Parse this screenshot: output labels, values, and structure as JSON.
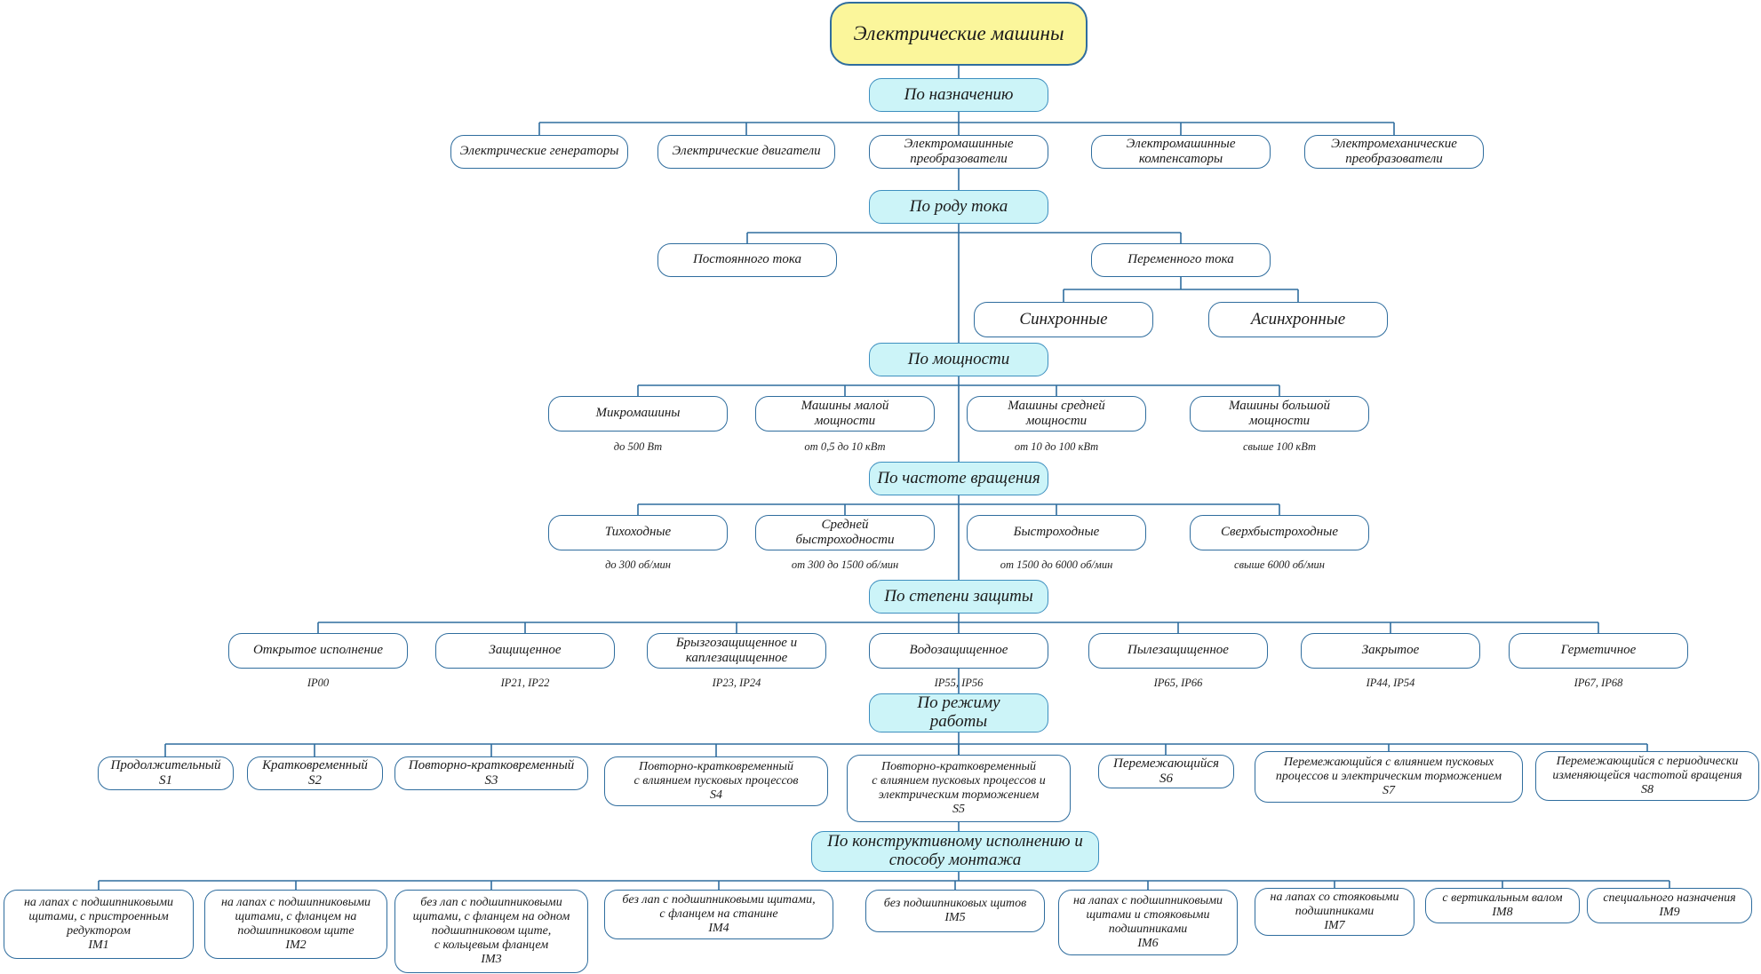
{
  "root": {
    "label": "Электрические машины"
  },
  "purpose": {
    "label": "По назначению",
    "items": [
      "Электрические генераторы",
      "Электрические двигатели",
      "Электромашинные\nпреобразователи",
      "Электромашинные\nкомпенсаторы",
      "Электромеханические\nпреобразователи"
    ]
  },
  "current": {
    "label": "По роду тока",
    "items": [
      "Постоянного тока",
      "Переменного тока"
    ],
    "ac_types": [
      "Синхронные",
      "Асинхронные"
    ]
  },
  "power": {
    "label": "По мощности",
    "items": [
      "Микромашины",
      "Машины малой\nмощности",
      "Машины средней\nмощности",
      "Машины большой\nмощности"
    ],
    "notes": [
      "до 500 Вт",
      "от 0,5 до 10 кВт",
      "от 10 до 100 кВт",
      "свыше 100 кВт"
    ]
  },
  "speed": {
    "label": "По частоте вращения",
    "items": [
      "Тихоходные",
      "Средней\nбыстроходности",
      "Быстроходные",
      "Сверхбыстроходные"
    ],
    "notes": [
      "до 300 об/мин",
      "от 300 до 1500 об/мин",
      "от 1500 до 6000 об/мин",
      "свыше 6000 об/мин"
    ]
  },
  "protection": {
    "label": "По степени защиты",
    "items": [
      "Открытое исполнение",
      "Защищенное",
      "Брызгозащищенное и\nкаплезащищенное",
      "Водозащищенное",
      "Пылезащищенное",
      "Закрытое",
      "Герметичное"
    ],
    "notes": [
      "IP00",
      "IP21, IP22",
      "IP23, IP24",
      "IP55, IP56",
      "IP65, IP66",
      "IP44, IP54",
      "IP67, IP68"
    ]
  },
  "duty": {
    "label": "По режиму\nработы",
    "items": [
      "Продолжительный\nS1",
      "Кратковременный\nS2",
      "Повторно-кратковременный\nS3",
      "Повторно-кратковременный\nс влиянием пусковых процессов\nS4",
      "Повторно-кратковременный\nс влиянием пусковых процессов и\nэлектрическим торможением\nS5",
      "Перемежающийся\nS6",
      "Перемежающийся с влиянием пусковых\nпроцессов и электрическим торможением\nS7",
      "Перемежающийся с периодически\nизменяющейся частотой вращения\nS8"
    ]
  },
  "mounting": {
    "label": "По конструктивному исполнению и\nспособу монтажа",
    "items": [
      "на лапах с подшипниковыми\nщитами, с пристроенным\nредуктором\nIM1",
      "на лапах с подшипниковыми\nщитами, с фланцем на\nподшипниковом щите\nIM2",
      "без лап с подшипниковыми\nщитами, с фланцем на одном\nподшипниковом щите,\nс кольцевым фланцем\nIM3",
      "без лап с подшипниковыми щитами,\nс фланцем на станине\nIM4",
      "без подшипниковых щитов\nIM5",
      "на лапах с подшипниковыми\nщитами и стояковыми\nподшипниками\nIM6",
      "на лапах со стояковыми\nподшипниками\nIM7",
      "с вертикальным валом\nIM8",
      "специального назначения\nIM9"
    ]
  },
  "colors": {
    "line": "#2f6d9e",
    "root_fill": "#fbf69b",
    "category_fill": "#ccf4f8",
    "item_fill": "#ffffff"
  }
}
